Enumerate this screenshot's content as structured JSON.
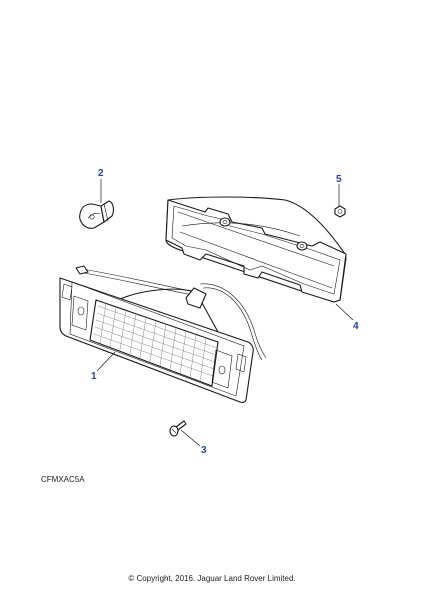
{
  "diagram": {
    "accent_color": "#1f3fbf",
    "callouts": [
      {
        "id": "1",
        "label": "1"
      },
      {
        "id": "2",
        "label": "2"
      },
      {
        "id": "3",
        "label": "3"
      },
      {
        "id": "4",
        "label": "4"
      },
      {
        "id": "5",
        "label": "5"
      }
    ],
    "parts": [
      {
        "id": "1",
        "icon": "lamp-lens-assembly-icon"
      },
      {
        "id": "2",
        "icon": "bulb-icon"
      },
      {
        "id": "3",
        "icon": "screw-icon"
      },
      {
        "id": "4",
        "icon": "lamp-housing-gasket-icon"
      },
      {
        "id": "5",
        "icon": "nut-icon"
      }
    ]
  },
  "drawing_code": "CFMXAC5A",
  "copyright": "© Copyright, 2016. Jaguar Land Rover Limited."
}
